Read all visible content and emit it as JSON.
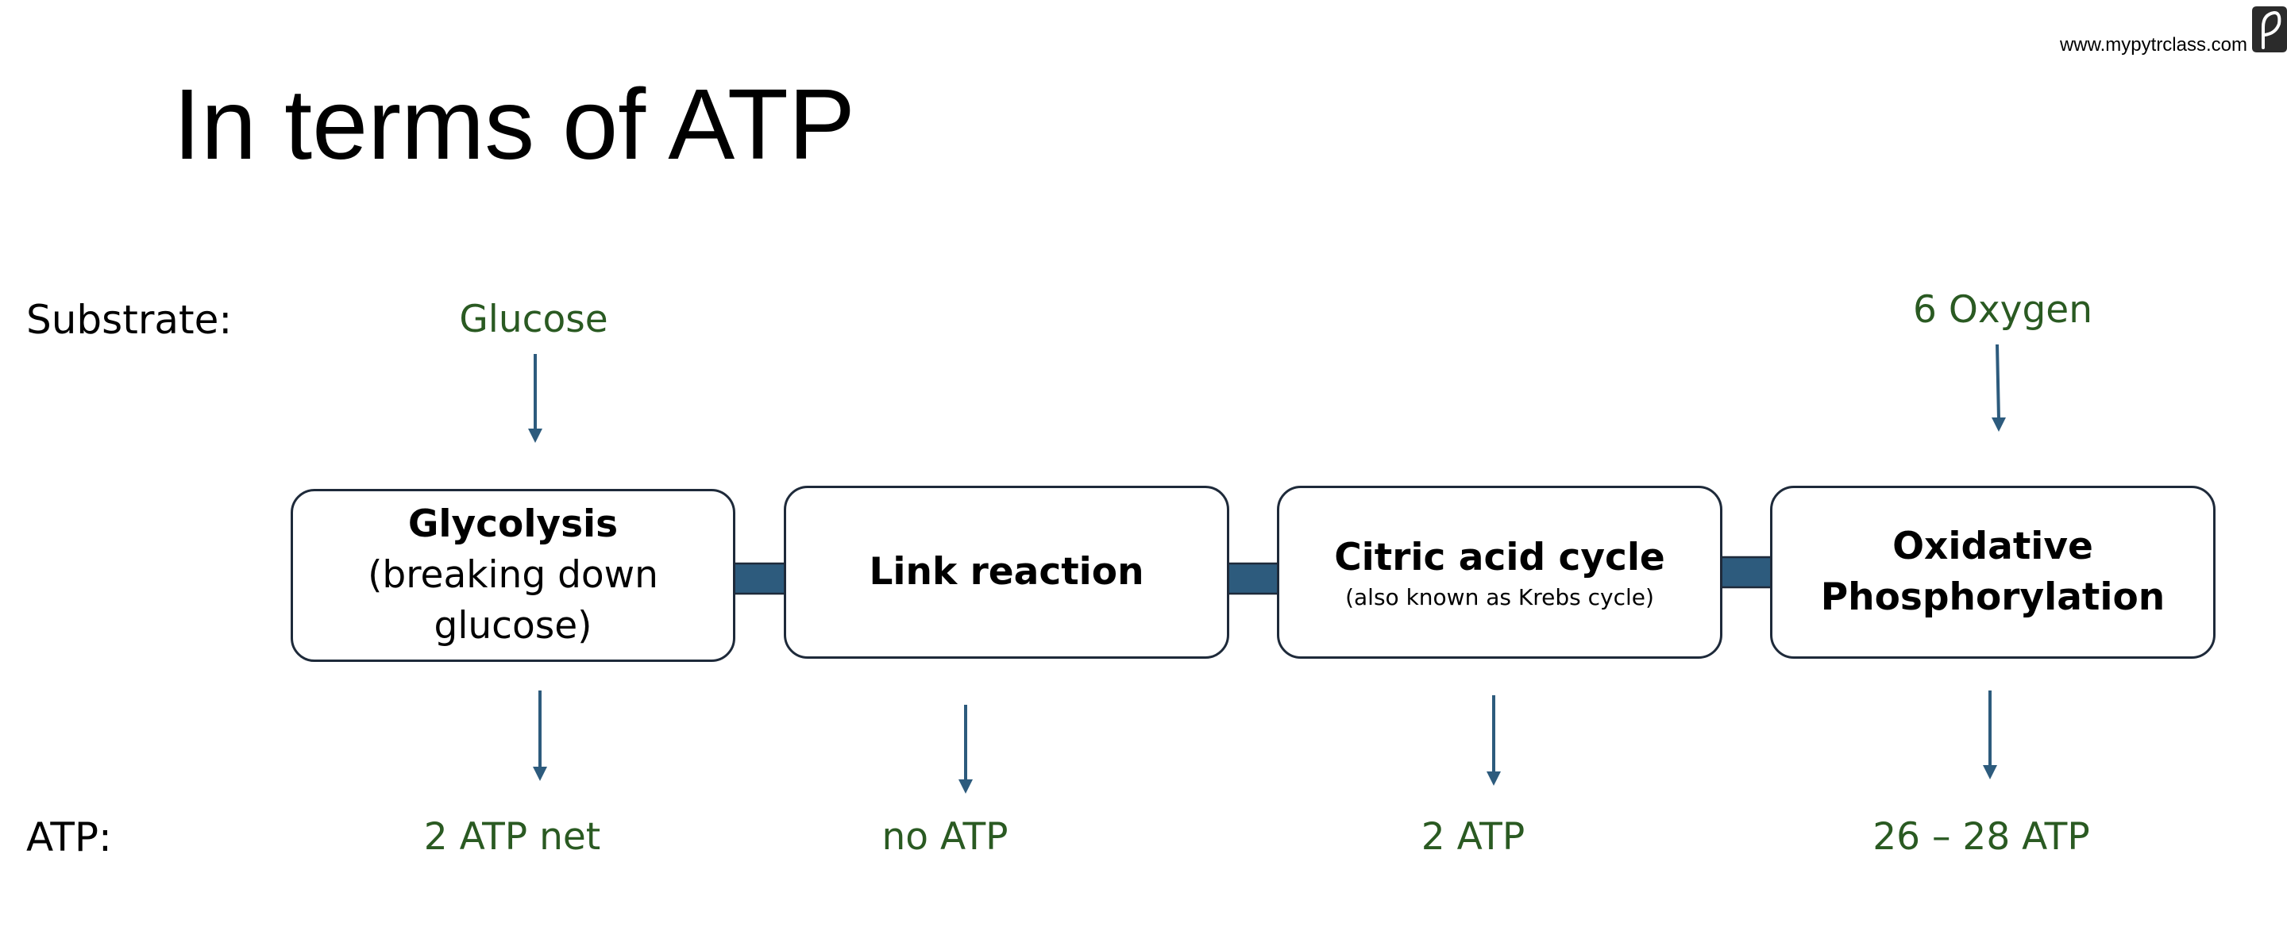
{
  "slide": {
    "title": "In terms of ATP",
    "website": "www.mypytrclass.com"
  },
  "rows": {
    "substrate_label": "Substrate:",
    "atp_label": "ATP:"
  },
  "substrates": {
    "glucose": "Glucose",
    "oxygen": "6 Oxygen"
  },
  "steps": [
    {
      "title": "Glycolysis",
      "subtitle": "(breaking down glucose)",
      "atp": "2 ATP net"
    },
    {
      "title": "Link reaction",
      "atp": "no ATP"
    },
    {
      "title": "Citric acid cycle",
      "note": "(also known as Krebs cycle)",
      "atp": "2 ATP"
    },
    {
      "title": "Oxidative Phosphorylation",
      "atp": "26 – 28 ATP"
    }
  ],
  "colors": {
    "accent_green": "#2a5a22",
    "arrow_blue": "#2d5b7d",
    "box_border": "#1e2a3a"
  }
}
